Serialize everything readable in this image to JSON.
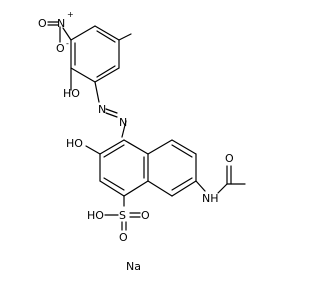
{
  "molecule": {
    "labels": {
      "nitro_o_left": "O",
      "nitro_n": "N",
      "nitro_charge_plus": "+",
      "nitro_o_bottom": "O",
      "nitro_charge_minus": "-",
      "hydroxy_phenyl": "HO",
      "azo_n1": "N",
      "azo_n2": "N",
      "hydroxy_naphthyl": "HO",
      "amide_nh": "NH",
      "amide_o": "O",
      "sulfo_ho": "HO",
      "sulfo_s": "S",
      "sulfo_o_right": "O",
      "sulfo_o_bottom": "O"
    },
    "counter_ion": "Na"
  }
}
